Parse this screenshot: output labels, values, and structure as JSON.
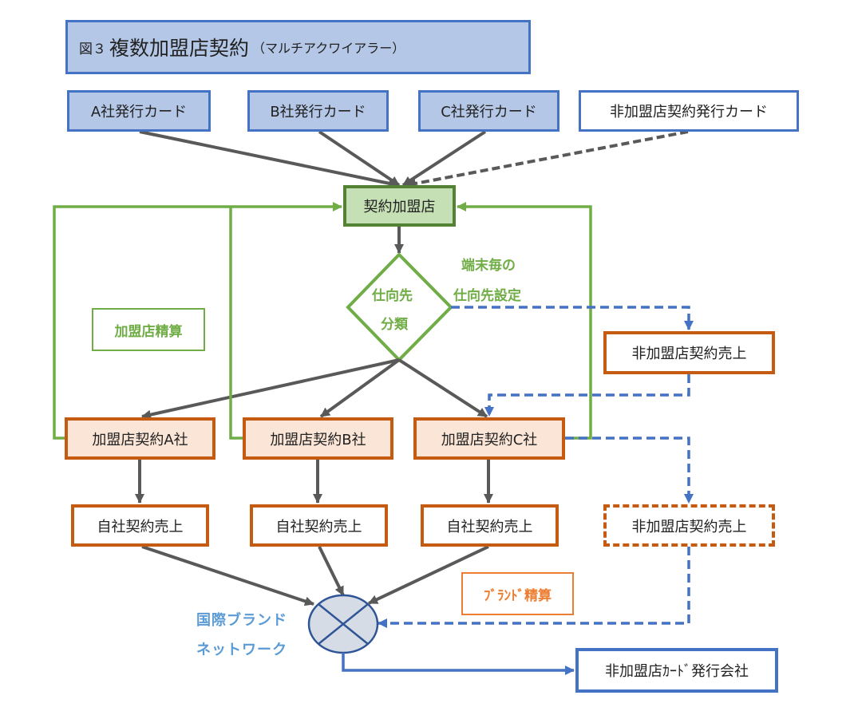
{
  "title": {
    "prefix": "図３",
    "main": "複数加盟店契約",
    "sub": "（マルチアクワイアラー）"
  },
  "issuing_cards": [
    {
      "label": "A社発行カード",
      "type": "member"
    },
    {
      "label": "B社発行カード",
      "type": "member"
    },
    {
      "label": "C社発行カード",
      "type": "member"
    },
    {
      "label": "非加盟店契約発行カード",
      "type": "non-member"
    }
  ],
  "merchant": {
    "label": "契約加盟店"
  },
  "routing_decision": {
    "line1": "仕向先",
    "line2": "分類"
  },
  "terminal_setting_note": {
    "line1": "端末毎の",
    "line2": "仕向先設定"
  },
  "merchant_settlement_label": "加盟店精算",
  "acquirers": [
    {
      "label": "加盟店契約A社"
    },
    {
      "label": "加盟店契約B社"
    },
    {
      "label": "加盟店契約C社"
    }
  ],
  "own_sales": [
    {
      "label": "自社契約売上"
    },
    {
      "label": "自社契約売上"
    },
    {
      "label": "自社契約売上"
    }
  ],
  "non_member_sales": [
    {
      "label": "非加盟店契約売上",
      "style": "solid"
    },
    {
      "label": "非加盟店契約売上",
      "style": "dashed"
    }
  ],
  "brand_settlement_label": "ﾌﾞﾗﾝﾄﾞ精算",
  "network": {
    "line1": "国際ブランド",
    "line2": "ネットワーク"
  },
  "non_member_issuer": {
    "label": "非加盟店ｶｰﾄﾞ発行会社"
  },
  "colors": {
    "card_fill": "#b4c7e7",
    "card_border": "#4472c4",
    "merchant_fill": "#c5e0b4",
    "merchant_border": "#548235",
    "settlement_green": "#70ad47",
    "acquirer_fill": "#fbe5d6",
    "acquirer_border": "#c55a11",
    "brand_orange": "#ed7d31",
    "arrow_gray": "#595959",
    "network_blue": "#5b9bd5",
    "network_fill": "#d6dce5",
    "network_border": "#2f5597"
  }
}
